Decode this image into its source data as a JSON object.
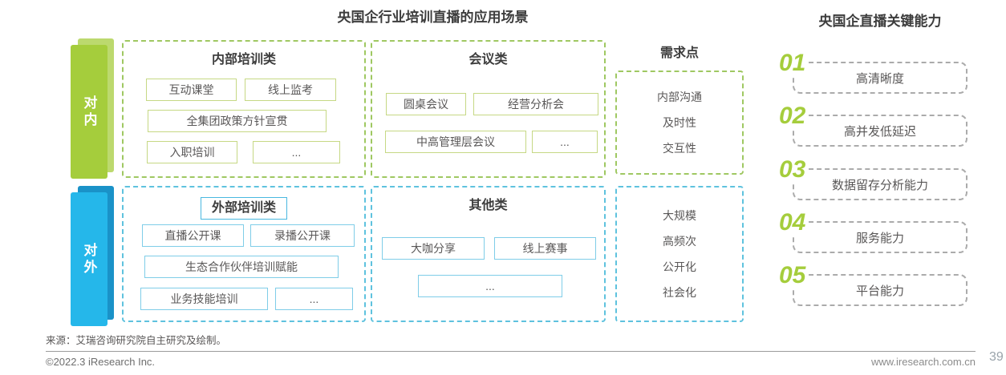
{
  "titles": {
    "left": "央国企行业培训直播的应用场景",
    "right": "央国企直播关键能力"
  },
  "left_labels": {
    "internal": "对内",
    "external": "对外"
  },
  "internal_training": {
    "header": "内部培训类",
    "items": [
      "互动课堂",
      "线上监考",
      "全集团政策方针宣贯",
      "入职培训",
      "..."
    ]
  },
  "meeting": {
    "header": "会议类",
    "items": [
      "圆桌会议",
      "经营分析会",
      "中高管理层会议",
      "..."
    ]
  },
  "external_training": {
    "header": "外部培训类",
    "items": [
      "直播公开课",
      "录播公开课",
      "生态合作伙伴培训赋能",
      "业务技能培训",
      "..."
    ]
  },
  "other": {
    "header": "其他类",
    "items": [
      "大咖分享",
      "线上赛事",
      "..."
    ]
  },
  "demand": {
    "header": "需求点",
    "internal_points": [
      "内部沟通",
      "及时性",
      "交互性"
    ],
    "external_points": [
      "大规模",
      "高频次",
      "公开化",
      "社会化"
    ]
  },
  "capabilities": [
    {
      "num": "01",
      "label": "高清晰度"
    },
    {
      "num": "02",
      "label": "高并发低延迟"
    },
    {
      "num": "03",
      "label": "数据留存分析能力"
    },
    {
      "num": "04",
      "label": "服务能力"
    },
    {
      "num": "05",
      "label": "平台能力"
    }
  ],
  "footer": {
    "source": "来源：艾瑞咨询研究院自主研究及绘制。",
    "copyright": "©2022.3 iResearch Inc.",
    "website": "www.iresearch.com.cn",
    "page_number": "39"
  },
  "colors": {
    "green_label": "#a5cd3c",
    "green_label_shadow": "#bcd96e",
    "green_dash_border": "#9fc862",
    "green_item_border": "#c6d884",
    "blue_label": "#25b7ea",
    "blue_label_shadow": "#1a92c8",
    "blue_dash_border": "#5ec2de",
    "blue_item_border": "#7fcde8",
    "capability_number_green": "#a5cd3c",
    "capability_dash_border": "#ababab",
    "heading_text": "#3d3d3d",
    "body_text": "#595757"
  }
}
